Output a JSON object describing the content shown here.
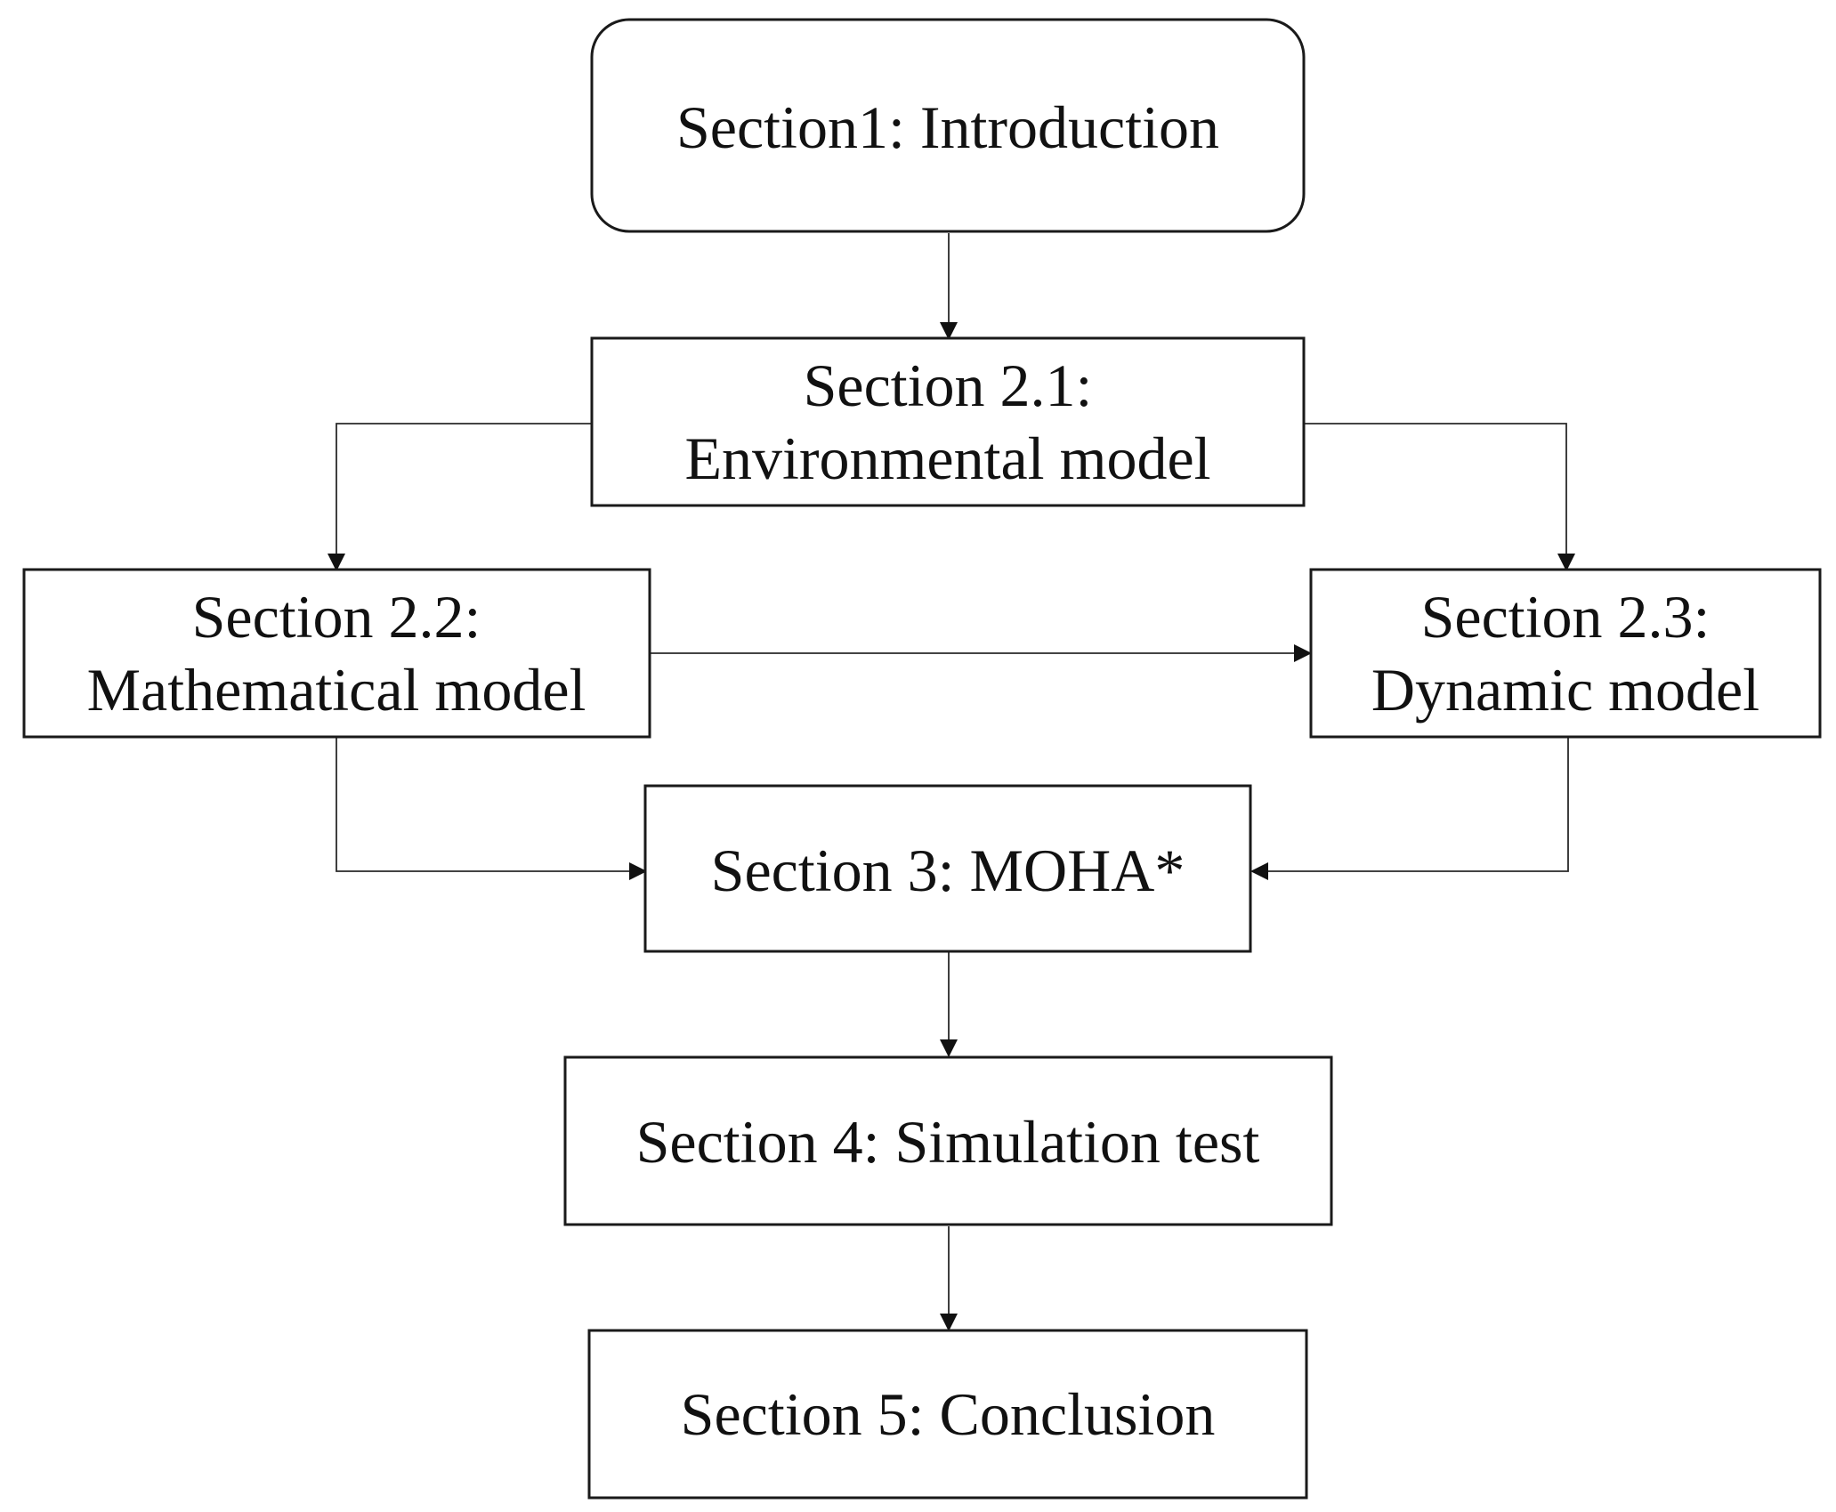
{
  "nodes": {
    "intro": {
      "lines": [
        "Section1: Introduction"
      ]
    },
    "env": {
      "lines": [
        "Section 2.1:",
        "Environmental model"
      ]
    },
    "math": {
      "lines": [
        "Section 2.2:",
        "Mathematical model"
      ]
    },
    "dyn": {
      "lines": [
        "Section 2.3:",
        "Dynamic model"
      ]
    },
    "moha": {
      "lines": [
        "Section 3: MOHA*"
      ]
    },
    "sim": {
      "lines": [
        "Section 4: Simulation test"
      ]
    },
    "concl": {
      "lines": [
        "Section 5: Conclusion"
      ]
    }
  },
  "edges": [
    {
      "from": "intro",
      "to": "env"
    },
    {
      "from": "env",
      "to": "math"
    },
    {
      "from": "env",
      "to": "dyn"
    },
    {
      "from": "math",
      "to": "dyn"
    },
    {
      "from": "math",
      "to": "moha"
    },
    {
      "from": "dyn",
      "to": "moha"
    },
    {
      "from": "moha",
      "to": "sim"
    },
    {
      "from": "sim",
      "to": "concl"
    }
  ]
}
